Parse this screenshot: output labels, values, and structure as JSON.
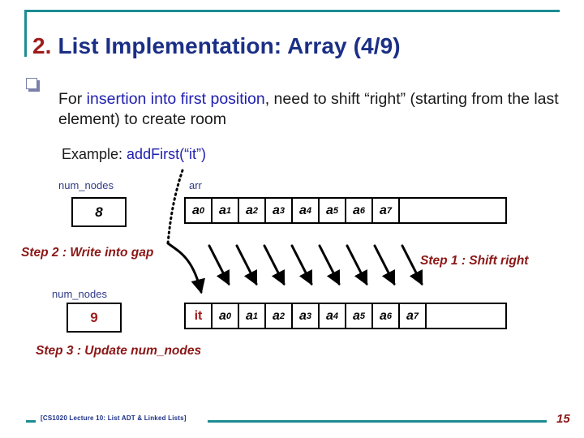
{
  "slide": {
    "title_number": "2.",
    "title_text": " List Implementation: Array (4/9)",
    "accent_color": "#1d8c92",
    "title_color": "#1b2f86",
    "number_color": "#9e1b1b",
    "highlight_color": "#2020b0",
    "step_color": "#8c1717"
  },
  "bullet": {
    "glyph": "hollow-square-bullet",
    "text_before": "For ",
    "text_highlight": "insertion into first position",
    "text_after": ", need to shift “right” (starting from the last element) to create room"
  },
  "example": {
    "label": "Example: ",
    "call": "addFirst(“it”)"
  },
  "diagram_before": {
    "num_nodes_label": "num_nodes",
    "num_nodes_value": "8",
    "array_label": "arr",
    "cells": [
      {
        "base": "a",
        "sub": "0"
      },
      {
        "base": "a",
        "sub": "1"
      },
      {
        "base": "a",
        "sub": "2"
      },
      {
        "base": "a",
        "sub": "3"
      },
      {
        "base": "a",
        "sub": "4"
      },
      {
        "base": "a",
        "sub": "5"
      },
      {
        "base": "a",
        "sub": "6"
      },
      {
        "base": "a",
        "sub": "7"
      }
    ],
    "has_empty_tail": true
  },
  "diagram_after": {
    "num_nodes_label": "num_nodes",
    "num_nodes_value": "9",
    "cells": [
      {
        "base": "it",
        "sub": "",
        "inserted": true
      },
      {
        "base": "a",
        "sub": "0"
      },
      {
        "base": "a",
        "sub": "1"
      },
      {
        "base": "a",
        "sub": "2"
      },
      {
        "base": "a",
        "sub": "3"
      },
      {
        "base": "a",
        "sub": "4"
      },
      {
        "base": "a",
        "sub": "5"
      },
      {
        "base": "a",
        "sub": "6"
      },
      {
        "base": "a",
        "sub": "7"
      }
    ],
    "has_empty_tail": true
  },
  "steps": {
    "step1": "Step 1 : Shift right",
    "step2": "Step 2 : Write into gap",
    "step3": "Step 3 : Update num_nodes"
  },
  "footer": {
    "text": "[CS1020 Lecture 10: List ADT & Linked Lists]",
    "page_number": "15"
  }
}
